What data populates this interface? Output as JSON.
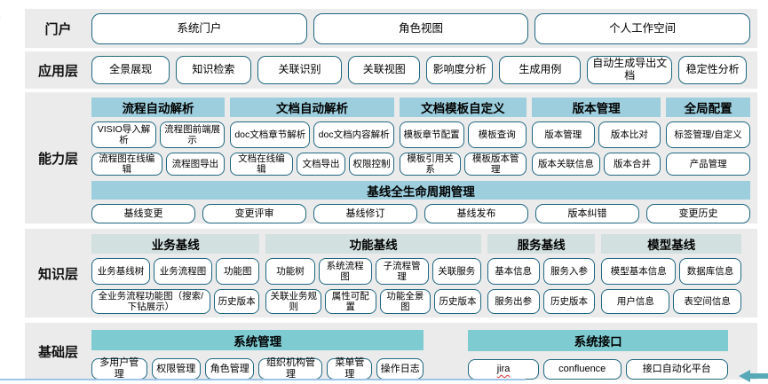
{
  "layers": {
    "portal": {
      "label": "门户",
      "items": [
        "系统门户",
        "角色视图",
        "个人工作空间"
      ]
    },
    "application": {
      "label": "应用层",
      "items": [
        "全景展现",
        "知识检索",
        "关联识别",
        "关联视图",
        "影响度分析",
        "生成用例",
        "自动生成导出文档",
        "稳定性分析"
      ]
    },
    "capability": {
      "label": "能力层",
      "groups": [
        {
          "title": "流程自动解析",
          "row1": [
            "VISIO导入解析",
            "流程图前端展示"
          ],
          "row2": [
            "流程图在线编辑",
            "流程图导出"
          ]
        },
        {
          "title": "文档自动解析",
          "row1": [
            "doc文档章节解析",
            "doc文档内容解析"
          ],
          "row2": [
            "文档在线编辑",
            "文档导出",
            "权限控制"
          ]
        },
        {
          "title": "文档模板自定义",
          "row1": [
            "模板章节配置",
            "模板查询"
          ],
          "row2": [
            "模板引用关系",
            "模板版本管理"
          ]
        },
        {
          "title": "版本管理",
          "row1": [
            "版本管理",
            "版本比对"
          ],
          "row2": [
            "版本关联信息",
            "版本合并"
          ]
        },
        {
          "title": "全局配置",
          "row1": [
            "标签管理/自定义"
          ],
          "row2": [
            "产品管理"
          ]
        }
      ],
      "baseline": {
        "title": "基线全生命周期管理",
        "items": [
          "基线变更",
          "变更评审",
          "基线修订",
          "基线发布",
          "版本纠错",
          "变更历史"
        ]
      }
    },
    "knowledge": {
      "label": "知识层",
      "groups": [
        {
          "title": "业务基线",
          "row1": [
            "业务基线树",
            "业务流程图",
            "功能图"
          ],
          "row2": [
            "全业务流程功能图（搜索/下钻展示）",
            "历史版本"
          ]
        },
        {
          "title": "功能基线",
          "row1": [
            "功能树",
            "系统流程图",
            "子流程管理",
            "关联服务"
          ],
          "row2": [
            "关联业务规则",
            "属性可配置",
            "功能全景图",
            "历史版本"
          ]
        },
        {
          "title": "服务基线",
          "row1": [
            "基本信息",
            "服务入参"
          ],
          "row2": [
            "服务出参",
            "历史版本"
          ]
        },
        {
          "title": "模型基线",
          "row1": [
            "模型基本信息",
            "数据库信息"
          ],
          "row2": [
            "用户信息",
            "表空间信息"
          ]
        }
      ]
    },
    "foundation": {
      "label": "基础层",
      "groups": [
        {
          "title": "系统管理",
          "items": [
            "多用户管理",
            "权限管理",
            "角色管理",
            "组织机构管理",
            "菜单管理",
            "操作日志"
          ]
        },
        {
          "title": "系统接口",
          "items": [
            "jira",
            "confluence",
            "接口自动化平台"
          ]
        }
      ]
    }
  },
  "colors": {
    "band_background": "#ebebeb",
    "box_border": "#1e6781",
    "header_light_blue": "#9ccede",
    "header_pale_teal": "#d3e0e0",
    "header_teal": "#7eccd2",
    "misspell_underline": "#e03131",
    "bottom_line": "#9dc3e6",
    "arrow": "#57a9b8"
  }
}
